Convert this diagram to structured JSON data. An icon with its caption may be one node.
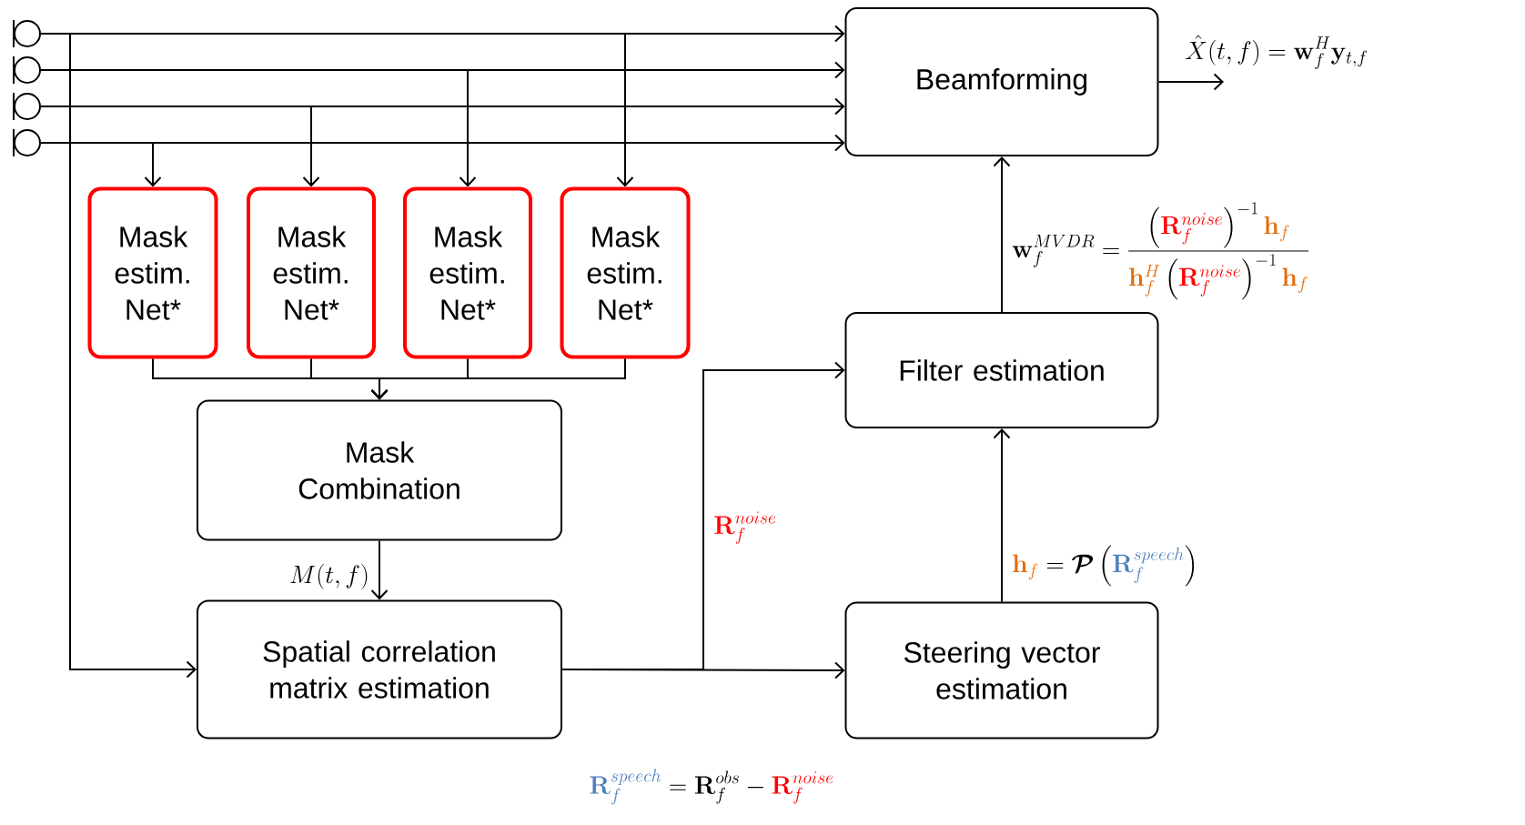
{
  "diagram": {
    "nodes": [
      {
        "text": [],
        "shape": "circle"
      },
      {
        "text": [],
        "shape": "circle"
      },
      {
        "text": [],
        "shape": "circle"
      },
      {
        "text": [],
        "shape": "circle"
      },
      {
        "text": [
          "Beamforming"
        ]
      },
      {
        "text": [
          "Mask estim. Net*"
        ]
      },
      {
        "text": [
          "Mask estim. Net*"
        ]
      },
      {
        "text": [
          "Mask estim. Net*"
        ]
      },
      {
        "text": [
          "Mask estim. Net*"
        ]
      },
      {
        "text": [
          "Mask Combination"
        ]
      },
      {
        "text": [
          "Spatial correlation matrix estimation"
        ]
      },
      {
        "text": [
          "Filter estimation"
        ]
      },
      {
        "text": [
          "Steering vector estimation"
        ]
      }
    ],
    "edges": [
      {
        "from": 0,
        "to": 4,
        "arrow": "to"
      },
      {
        "from": 1,
        "to": 4,
        "arrow": "to"
      },
      {
        "from": 2,
        "to": 4,
        "arrow": "to"
      },
      {
        "from": 3,
        "to": 4,
        "arrow": "to"
      },
      {
        "from": 3,
        "to": 5,
        "arrow": "to"
      },
      {
        "from": 2,
        "to": 6,
        "arrow": "to"
      },
      {
        "from": 1,
        "to": 7,
        "arrow": "to"
      },
      {
        "from": 0,
        "to": 8,
        "arrow": "to"
      },
      {
        "from": 0,
        "to": 10,
        "arrow": "to"
      },
      {
        "from": 5,
        "to": 9,
        "arrow": "to"
      },
      {
        "from": 6,
        "to": 9,
        "arrow": "to"
      },
      {
        "from": 7,
        "to": 9,
        "arrow": "to"
      },
      {
        "from": 8,
        "to": 9,
        "arrow": "to"
      },
      {
        "from": 9,
        "to": 10,
        "arrow": "to",
        "label": "M(t,f)"
      },
      {
        "from": 10,
        "to": 12,
        "arrow": "to"
      },
      {
        "from": 10,
        "to": 11,
        "arrow": "to",
        "label": "\\textcolor[HTML]{FF0000}{\\mathbf{R}_f^{noise}}"
      },
      {
        "from": 12,
        "to": 11,
        "arrow": "to",
        "label": "\\textcolor[HTML]{E46C0A}{\\mathbf{h}_f} = \\boldsymbol{\\mathcal{P}}\\left(\\textcolor[HTML]{4F81BD}{\\mathbf{R}_f^{speech}}\\right)"
      },
      {
        "from": 11,
        "to": 4,
        "arrow": "to",
        "label": "\\mathbf{w}_f^{MVDR} = \\frac{\\left(\\textcolor[HTML]{FF0000}{\\mathbf{R}_f^{noise}}\\right)^{-1}\\textcolor[HTML]{E46C0A}{\\mathbf{h}_f}}{\\textcolor[HTML]{E46C0A}{\\mathbf{h}_f^H}\\left(\\textcolor[HTML]{FF0000}{\\mathbf{R}_f^{noise}}\\right)^{-1}\\textcolor[HTML]{E46C0A}{\\mathbf{h}_f}}"
      },
      {
        "from": 4,
        "to": null,
        "arrow": "to",
        "label": "\\hat{X}(t,f) = \\mathbf{w}_f^H \\mathbf{y}_{t,f}"
      }
    ],
    "labels": [
      "\\textcolor[HTML]{4F81BD}{\\mathbf{R}_f^{speech}} = \\mathbf{R}_f^{obs} - \\textcolor[HTML]{FF0000}{\\mathbf{R}_f^{noise}}"
    ]
  }
}
